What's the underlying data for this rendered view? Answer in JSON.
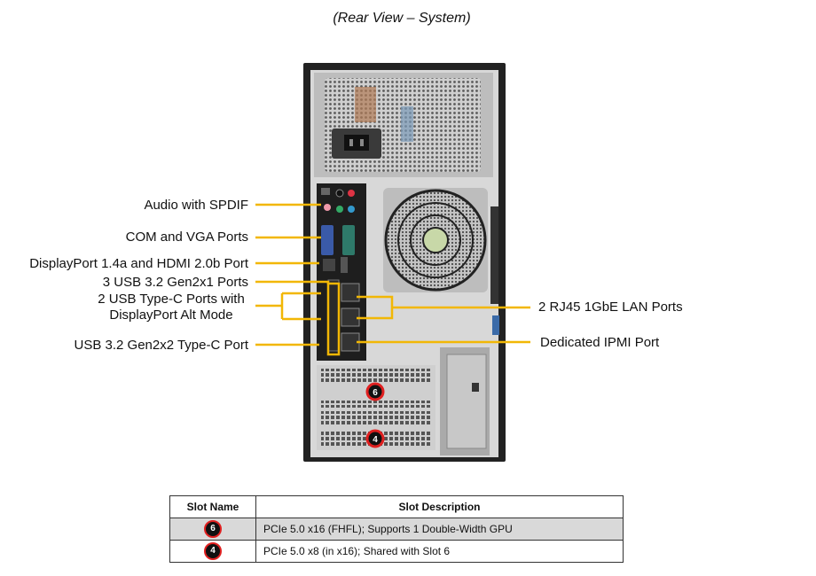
{
  "title": "(Rear View – System)",
  "callouts": {
    "audio": "Audio with SPDIF",
    "com_vga": "COM and VGA Ports",
    "dp_hdmi": "DisplayPort 1.4a and HDMI 2.0b Port",
    "usb_gen2x1": "3 USB 3.2 Gen2x1 Ports",
    "usb_typec_line1": "2 USB Type-C Ports with",
    "usb_typec_line2": "DisplayPort Alt Mode",
    "usb_gen2x2": "USB 3.2 Gen2x2 Type-C Port",
    "rj45": "2 RJ45 1GbE LAN Ports",
    "ipmi": "Dedicated IPMI  Port"
  },
  "slot_markers": [
    "6",
    "4"
  ],
  "colors": {
    "callout_line": "#f2b705",
    "badge_ring": "#e02020"
  },
  "table": {
    "headers": [
      "Slot Name",
      "Slot Description"
    ],
    "rows": [
      {
        "slot": "6",
        "description": "PCIe 5.0 x16 (FHFL);  Supports 1 Double-Width  GPU"
      },
      {
        "slot": "4",
        "description": "PCIe 5.0 x8 (in x16); Shared with Slot 6"
      }
    ]
  }
}
